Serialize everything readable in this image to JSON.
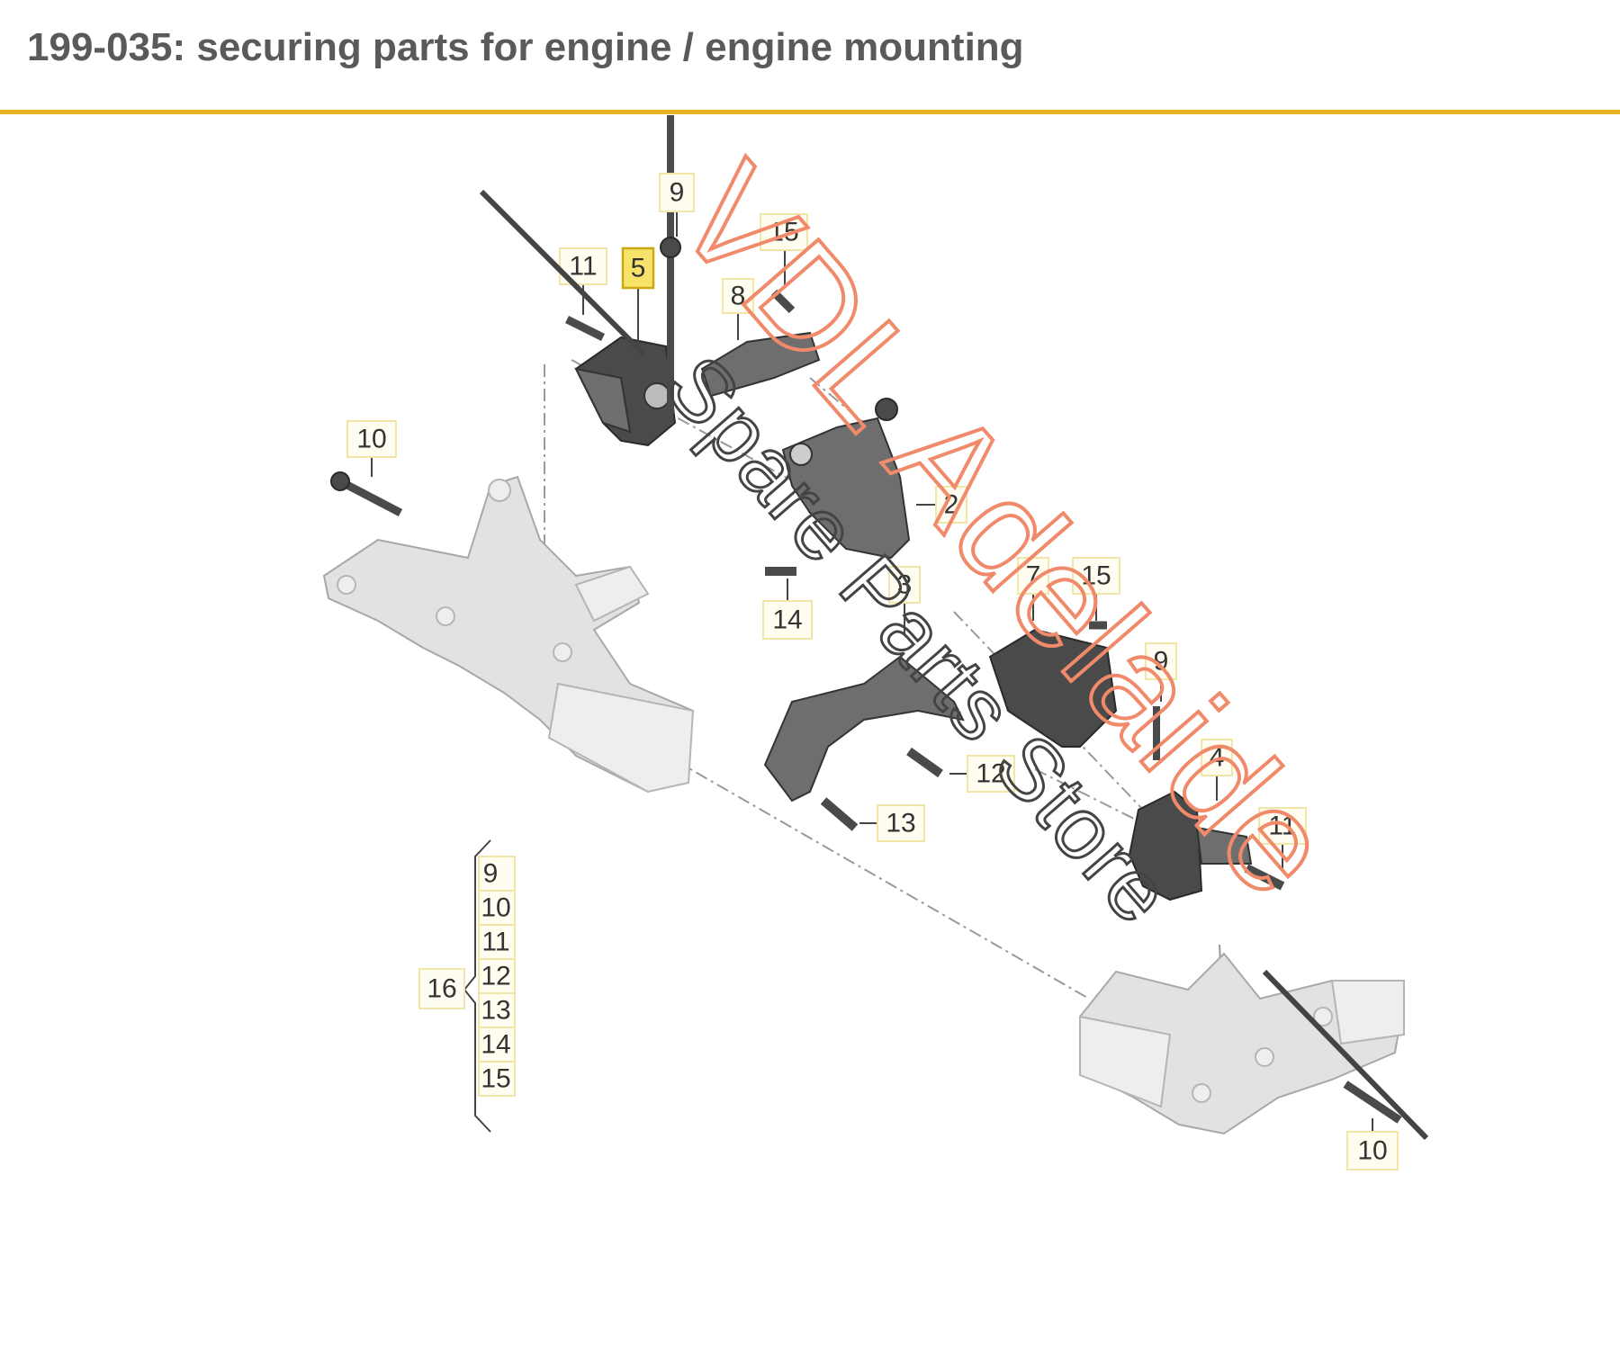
{
  "header": {
    "title": "199-035: securing parts for engine / engine mounting",
    "rule_color": "#e8b422"
  },
  "diagram": {
    "callouts": [
      {
        "id": "c9-top",
        "label": "9"
      },
      {
        "id": "c15-top",
        "label": "15"
      },
      {
        "id": "c11-top",
        "label": "11"
      },
      {
        "id": "c5",
        "label": "5",
        "highlighted": true
      },
      {
        "id": "c8-top",
        "label": "8"
      },
      {
        "id": "c10-left",
        "label": "10"
      },
      {
        "id": "c2",
        "label": "2"
      },
      {
        "id": "c14",
        "label": "14"
      },
      {
        "id": "c7",
        "label": "7"
      },
      {
        "id": "c15-mid",
        "label": "15"
      },
      {
        "id": "c9-mid",
        "label": "9"
      },
      {
        "id": "c3",
        "label": "3"
      },
      {
        "id": "c12",
        "label": "12"
      },
      {
        "id": "c4",
        "label": "4"
      },
      {
        "id": "c13",
        "label": "13"
      },
      {
        "id": "c11-right",
        "label": "11"
      },
      {
        "id": "c10-right",
        "label": "10"
      }
    ],
    "group": {
      "label": "16",
      "items": [
        "9",
        "10",
        "11",
        "12",
        "13",
        "14",
        "15"
      ]
    }
  },
  "watermark": {
    "main": "VDL Adelaide",
    "sub": "Spare Parts Store",
    "main_color": "#f08a6a",
    "sub_color": "#444444"
  }
}
